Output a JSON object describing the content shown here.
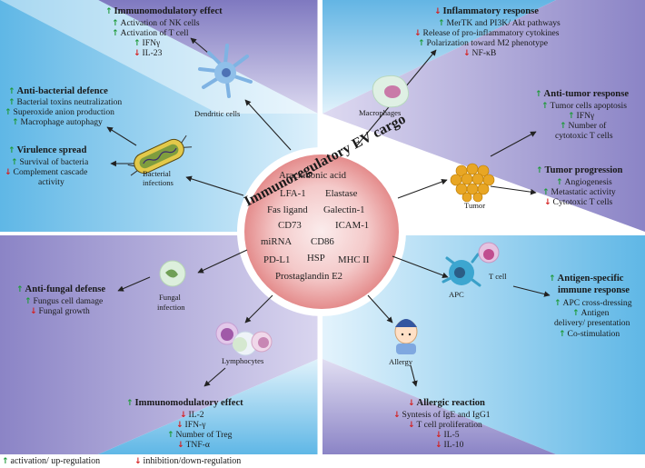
{
  "center": {
    "title": "Immunoregulatory EV cargo",
    "cargo": [
      "Arachidonic acid",
      "LFA-1",
      "Elastase",
      "Fas ligand",
      "Galectin-1",
      "CD73",
      "ICAM-1",
      "miRNA",
      "CD86",
      "HSP",
      "PD-L1",
      "MHC II",
      "Prostaglandin E2"
    ]
  },
  "dendritic": {
    "cell_label": "Dendritic cells",
    "heading": "Immunomodulatory effect",
    "items": [
      {
        "dir": "up",
        "text": "Activation of NK cells"
      },
      {
        "dir": "up",
        "text": "Activation of T cell"
      },
      {
        "dir": "up",
        "text": "IFNγ"
      },
      {
        "dir": "down",
        "text": "IL-23"
      }
    ]
  },
  "macrophage": {
    "cell_label": "Macrophages",
    "heading": "Inflammatory response",
    "items": [
      {
        "dir": "up",
        "text": "MerTK and PI3K/ Akt pathways"
      },
      {
        "dir": "down",
        "text": "Release of pro-inflammatory cytokines"
      },
      {
        "dir": "up",
        "text": "Polarization toward M2 phenotype"
      },
      {
        "dir": "down",
        "text": "NF-κB"
      }
    ]
  },
  "bacteria": {
    "cell_label_1": "Bacterial",
    "cell_label_2": "infections",
    "defence_heading": "Anti-bacterial defence",
    "defence_items": [
      {
        "dir": "up",
        "text": "Bacterial toxins neutralization"
      },
      {
        "dir": "up",
        "text": "Superoxide anion production"
      },
      {
        "dir": "up",
        "text": "Macrophage autophagy"
      }
    ],
    "virulence_heading": "Virulence spread",
    "virulence_items": [
      {
        "dir": "up",
        "text": "Survival of bacteria"
      },
      {
        "dir": "down",
        "text": "Complement cascade"
      }
    ],
    "virulence_tail": "activity"
  },
  "tumor": {
    "cell_label": "Tumor",
    "anti_heading": "Anti-tumor response",
    "anti_items": [
      {
        "dir": "up",
        "text": "Tumor cells apoptosis"
      },
      {
        "dir": "up",
        "text": "IFNγ"
      },
      {
        "dir": "up",
        "text": "Number of"
      }
    ],
    "anti_tail": "cytotoxic T cells",
    "prog_heading": "Tumor progression",
    "prog_items": [
      {
        "dir": "up",
        "text": "Angiogenesis"
      },
      {
        "dir": "up",
        "text": "Metastatic activity"
      },
      {
        "dir": "down",
        "text": "Cytotoxic T cells"
      }
    ]
  },
  "fungal": {
    "cell_label_1": "Fungal",
    "cell_label_2": "infection",
    "heading": "Anti-fungal defense",
    "items": [
      {
        "dir": "up",
        "text": "Fungus cell damage"
      },
      {
        "dir": "down",
        "text": "Fungal growth"
      }
    ]
  },
  "antigen": {
    "apc_label": "APC",
    "tcell_label": "T cell",
    "heading_1": "Antigen-specific",
    "heading_2": "immune response",
    "items": [
      {
        "dir": "up",
        "text": "APC cross-dressing"
      },
      {
        "dir": "up",
        "text": "Antigen"
      }
    ],
    "antigen_tail": "delivery/ presentation",
    "last": {
      "dir": "up",
      "text": "Co-stimulation"
    }
  },
  "lymphocytes": {
    "cell_label": "Lymphocytes",
    "heading": "Immunomodulatory effect",
    "items": [
      {
        "dir": "down",
        "text": "IL-2"
      },
      {
        "dir": "down",
        "text": "IFN-γ"
      },
      {
        "dir": "up",
        "text": "Number of Treg"
      },
      {
        "dir": "down",
        "text": "TNF-α"
      }
    ]
  },
  "allergy": {
    "cell_label": "Allergy",
    "heading": "Allergic reaction",
    "items": [
      {
        "dir": "down",
        "text": "Syntesis of IgE and IgG1"
      },
      {
        "dir": "down",
        "text": "T cell proliferation"
      },
      {
        "dir": "down",
        "text": "IL-5"
      },
      {
        "dir": "down",
        "text": "IL-10"
      }
    ]
  },
  "legend": {
    "up_text": "activation/ up-regulation",
    "down_text": "inhibition/down-regulation"
  }
}
